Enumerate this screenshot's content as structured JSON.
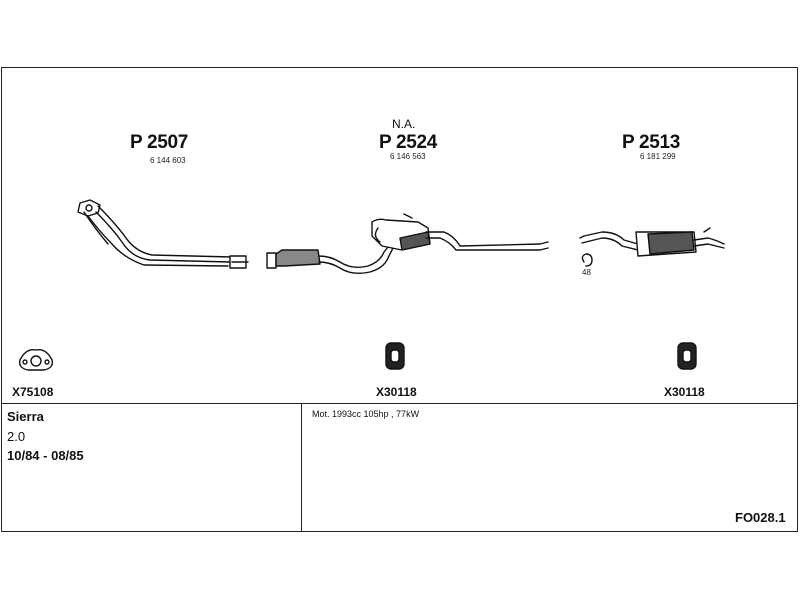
{
  "parts": [
    {
      "id": "front",
      "code": "P 2507",
      "sub": "6 144 603"
    },
    {
      "id": "middle",
      "note": "N.A.",
      "code": "P 2524",
      "sub": "6 146 563"
    },
    {
      "id": "rear",
      "code": "P 2513",
      "sub": "6 181 299"
    }
  ],
  "small_label_48": "48",
  "accessories": [
    {
      "id": "gasket",
      "code": "X75108",
      "icon": "gasket-icon"
    },
    {
      "id": "hanger-mid",
      "code": "X30118",
      "icon": "rubber-hanger-icon"
    },
    {
      "id": "hanger-rear",
      "code": "X30118",
      "icon": "rubber-hanger-icon"
    }
  ],
  "vehicle": {
    "model": "Sierra",
    "engine_size": "2.0",
    "years": "10/84 - 08/85"
  },
  "engine_note": "Mot. 1993cc 105hp , 77kW",
  "reference": "FO028.1"
}
